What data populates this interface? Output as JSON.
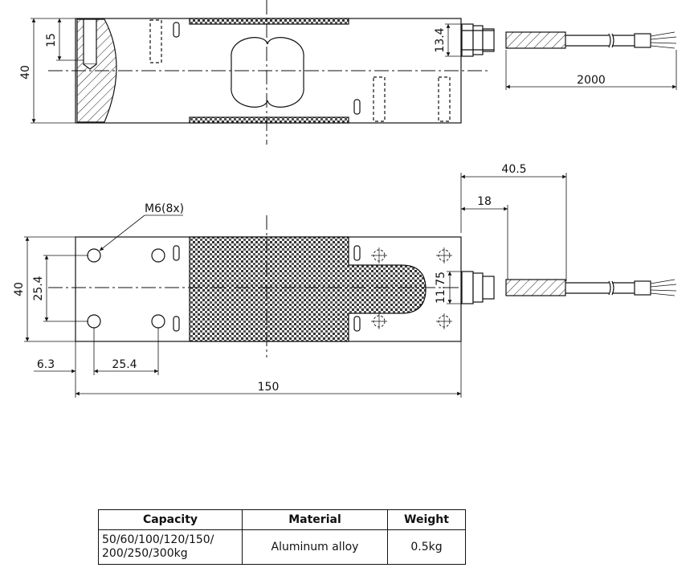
{
  "drawing": {
    "side_view": {
      "dims": {
        "height": "40",
        "hole_depth": "15",
        "cable_height": "13.4",
        "cable_length": "2000"
      }
    },
    "top_view": {
      "dims": {
        "callout": "M6(8x)",
        "width": "40",
        "hole_spacing_y": "25.4",
        "cable_offset_1": "40.5",
        "cable_offset_2": "18",
        "cable_dia": "11.75",
        "edge_offset": "6.3",
        "hole_spacing_x": "25.4",
        "length": "150"
      }
    }
  },
  "spec_table": {
    "headers": [
      "Capacity",
      "Material",
      "Weight"
    ],
    "capacity_line1": "50/60/100/120/150/",
    "capacity_line2": "200/250/300kg",
    "material": "Aluminum alloy",
    "weight": "0.5kg"
  }
}
